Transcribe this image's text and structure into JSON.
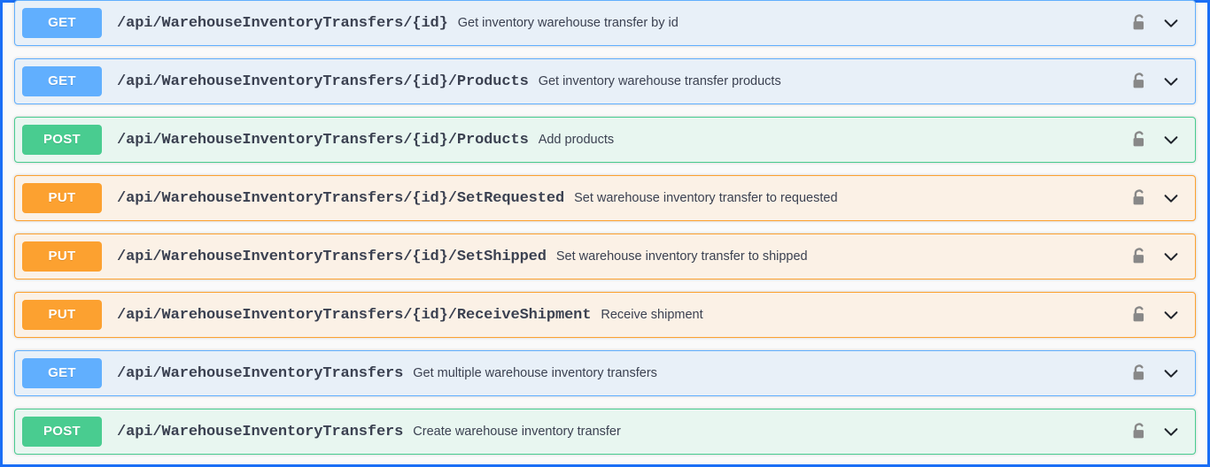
{
  "app": {
    "title": "Swagger UI",
    "tag": "WarehouseInventoryTransfers"
  },
  "icons": {
    "lock": "unlocked-padlock-icon",
    "expand": "chevron-down-icon"
  },
  "colors": {
    "get_badge": "#61affe",
    "get_bg": "#e8f0f8",
    "get_border": "#61affe",
    "post_badge": "#49cc90",
    "post_bg": "#e8f6f0",
    "post_border": "#49cc90",
    "put_badge": "#fca130",
    "put_bg": "#fbf1e6",
    "put_border": "#fca130",
    "text": "#3b4151",
    "lock_icon": "#888888",
    "chevron_icon": "#1f232b",
    "section_border": "#1a6ef5",
    "page_bg": "#fafafa"
  },
  "operations": [
    {
      "method": "GET",
      "method_class": "get",
      "path": "/api/WarehouseInventoryTransfers/{id}",
      "summary": "Get inventory warehouse transfer by id",
      "lock_label": "Authorize",
      "expand_label": "Expand operation"
    },
    {
      "method": "GET",
      "method_class": "get",
      "path": "/api/WarehouseInventoryTransfers/{id}/Products",
      "summary": "Get inventory warehouse transfer products",
      "lock_label": "Authorize",
      "expand_label": "Expand operation"
    },
    {
      "method": "POST",
      "method_class": "post",
      "path": "/api/WarehouseInventoryTransfers/{id}/Products",
      "summary": "Add products",
      "lock_label": "Authorize",
      "expand_label": "Expand operation"
    },
    {
      "method": "PUT",
      "method_class": "put",
      "path": "/api/WarehouseInventoryTransfers/{id}/SetRequested",
      "summary": "Set warehouse inventory transfer to requested",
      "lock_label": "Authorize",
      "expand_label": "Expand operation"
    },
    {
      "method": "PUT",
      "method_class": "put",
      "path": "/api/WarehouseInventoryTransfers/{id}/SetShipped",
      "summary": "Set warehouse inventory transfer to shipped",
      "lock_label": "Authorize",
      "expand_label": "Expand operation"
    },
    {
      "method": "PUT",
      "method_class": "put",
      "path": "/api/WarehouseInventoryTransfers/{id}/ReceiveShipment",
      "summary": "Receive shipment",
      "lock_label": "Authorize",
      "expand_label": "Expand operation"
    },
    {
      "method": "GET",
      "method_class": "get",
      "path": "/api/WarehouseInventoryTransfers",
      "summary": "Get multiple warehouse inventory transfers",
      "lock_label": "Authorize",
      "expand_label": "Expand operation"
    },
    {
      "method": "POST",
      "method_class": "post",
      "path": "/api/WarehouseInventoryTransfers",
      "summary": "Create warehouse inventory transfer",
      "lock_label": "Authorize",
      "expand_label": "Expand operation"
    }
  ]
}
